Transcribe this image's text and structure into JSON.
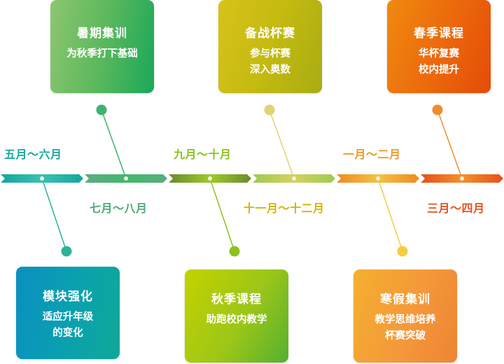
{
  "timeline": {
    "segments": [
      {
        "period": "五月～六月",
        "colors": [
          "#0fa89e",
          "#3cc0b0",
          "#0fa89e"
        ]
      },
      {
        "period": "七月～八月",
        "colors": [
          "#5aac80",
          "#42b86a",
          "#5aac80"
        ]
      },
      {
        "period": "九月～十月",
        "colors": [
          "#6a8a2c",
          "#9ccc2a",
          "#6a8a2c"
        ]
      },
      {
        "period": "十一月～十二月",
        "colors": [
          "#9ccc50",
          "#d6d060",
          "#9ccc50"
        ]
      },
      {
        "period": "一月～二月",
        "colors": [
          "#f08a20",
          "#f4c240",
          "#f08a20"
        ]
      },
      {
        "period": "三月～四月",
        "colors": [
          "#e84e1a",
          "#f4902c",
          "#e84e1a"
        ]
      }
    ]
  },
  "cards": [
    {
      "title": "模块强化",
      "lines": [
        "适应升年级",
        "的变化"
      ],
      "period_color": "#16a99c",
      "dot_color": "#2db39a"
    },
    {
      "title": "暑期集训",
      "lines": [
        "为秋季打下基础"
      ],
      "period_color": "#4cab78",
      "dot_color": "#3cb470"
    },
    {
      "title": "秋季课程",
      "lines": [
        "助跑校内教学"
      ],
      "period_color": "#8cc21e",
      "dot_color": "#8cc21e"
    },
    {
      "title": "备战杯赛",
      "lines": [
        "参与杯赛",
        "深入奥数"
      ],
      "period_color": "#d4b400",
      "dot_color": "#e0d470"
    },
    {
      "title": "寒假集训",
      "lines": [
        "教学思维培养",
        "杯赛突破"
      ],
      "period_color": "#f09a22",
      "dot_color": "#f4cc40"
    },
    {
      "title": "春季课程",
      "lines": [
        "华杯复赛",
        "校内提升"
      ],
      "period_color": "#e8501c",
      "dot_color": "#f08c2c"
    }
  ]
}
